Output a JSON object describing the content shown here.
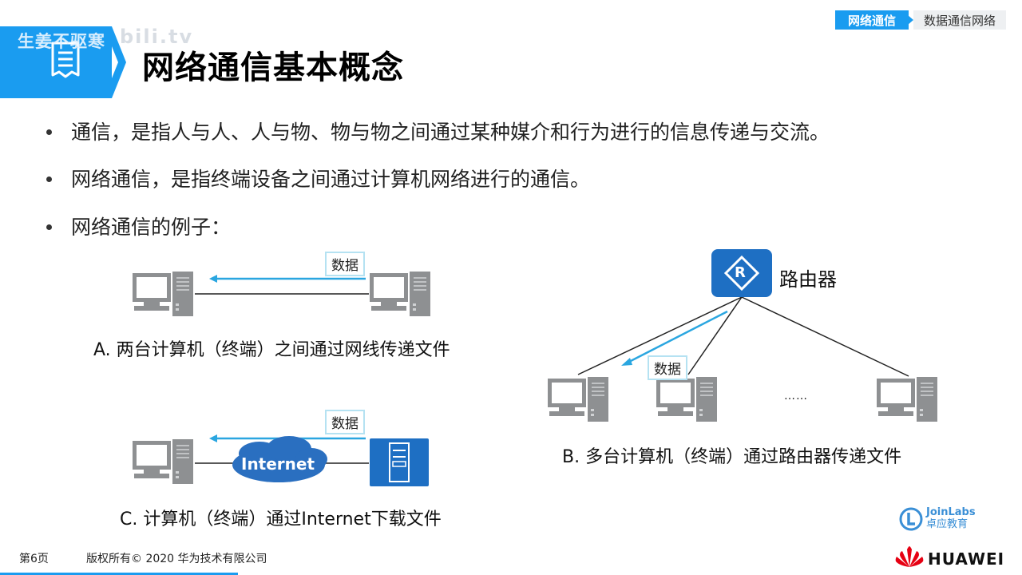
{
  "header": {
    "watermark": "生姜不驱寒",
    "watermark_overlay": "bili.tv",
    "title": "网络通信基本概念",
    "breadcrumb_active": "网络通信",
    "breadcrumb_current": "数据通信网络"
  },
  "bullets": [
    "通信，是指人与人、人与物、物与物之间通过某种媒介和行为进行的信息传递与交流。",
    "网络通信，是指终端设备之间通过计算机网络进行的通信。",
    "网络通信的例子："
  ],
  "diagram": {
    "data_label": "数据",
    "caption_a": "A. 两台计算机（终端）之间通过网线传递文件",
    "caption_b": "B. 多台计算机（终端）通过路由器传递文件",
    "caption_c": "C. 计算机（终端）通过Internet下载文件",
    "internet_label": "Internet",
    "router_label": "路由器",
    "router_letter": "R",
    "ellipsis": "……"
  },
  "logo": {
    "name_line1": "JoinLabs",
    "name_line2": "卓应教育"
  },
  "footer": {
    "page": "第6页",
    "copyright": "版权所有© 2020 华为技术有限公司",
    "brand": "HUAWEI"
  },
  "colors": {
    "accent": "#1a9cf0",
    "device_gray": "#8e9092",
    "router_blue": "#1e6fc3",
    "cloud_blue": "#2a6fc0",
    "arrow_blue": "#2aa6e0",
    "huawei_red": "#e60012"
  },
  "icons": [
    "document-icon",
    "computer-icon",
    "router-icon",
    "cloud-icon",
    "server-icon",
    "huawei-logo-icon",
    "joinlabs-logo-icon"
  ]
}
